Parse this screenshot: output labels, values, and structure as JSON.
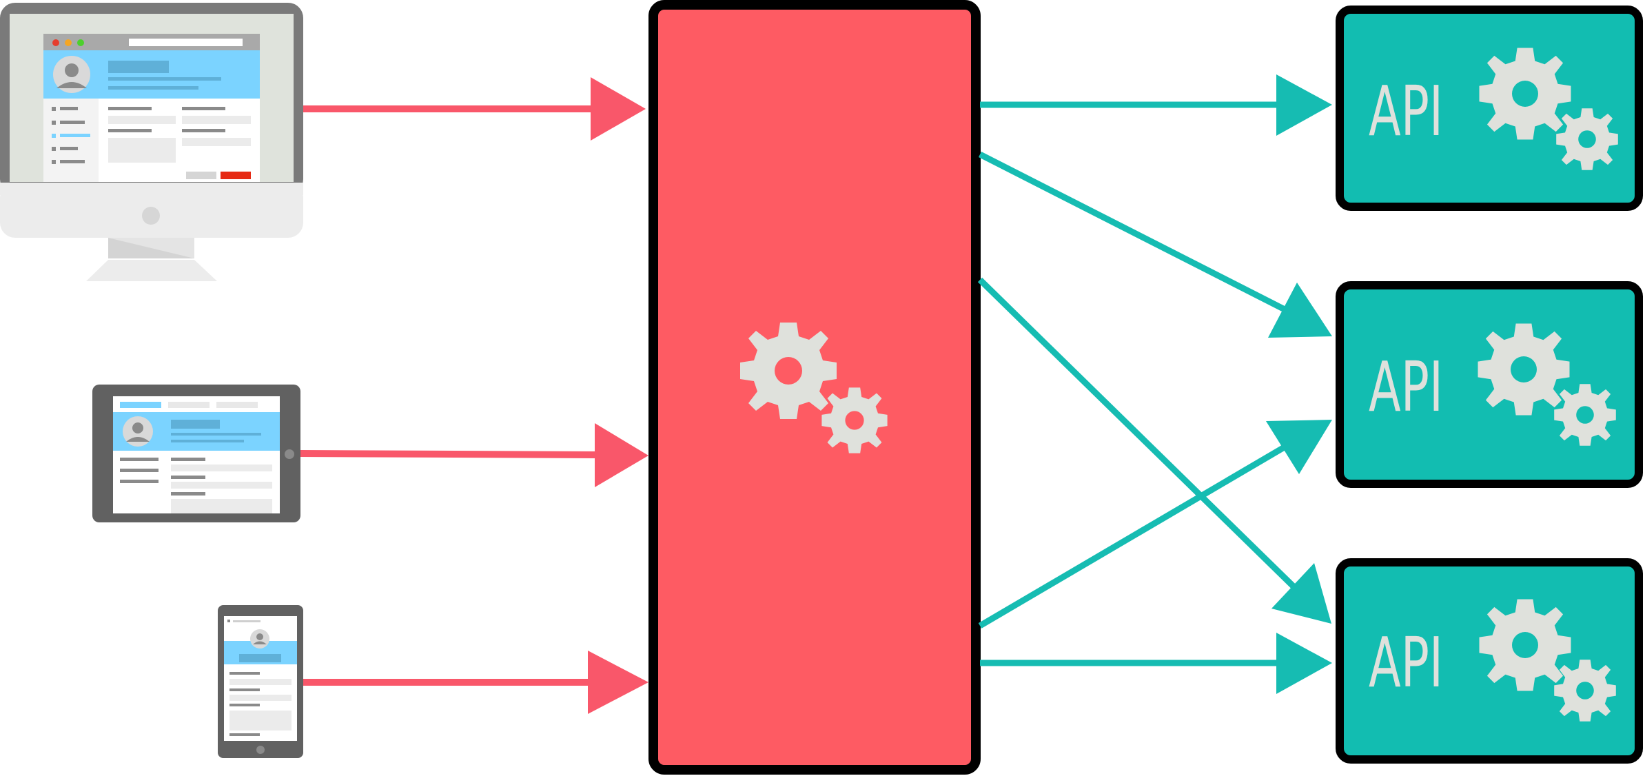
{
  "diagram": {
    "colors": {
      "client_arrow": "#f9576a",
      "api_arrow": "#16bcb2",
      "gateway_fill": "#fe5b63",
      "api_fill": "#12bdb1",
      "outline": "#000000",
      "gear": "#dfe1dc",
      "screen_header": "#7bd3ff"
    },
    "clients": [
      {
        "name": "desktop",
        "icon": "desktop-monitor-icon"
      },
      {
        "name": "tablet",
        "icon": "tablet-icon"
      },
      {
        "name": "phone",
        "icon": "phone-icon"
      }
    ],
    "gateway": {
      "icon": "gears-icon"
    },
    "services": [
      {
        "label": "API",
        "icon": "gears-icon"
      },
      {
        "label": "API",
        "icon": "gears-icon"
      },
      {
        "label": "API",
        "icon": "gears-icon"
      }
    ]
  }
}
